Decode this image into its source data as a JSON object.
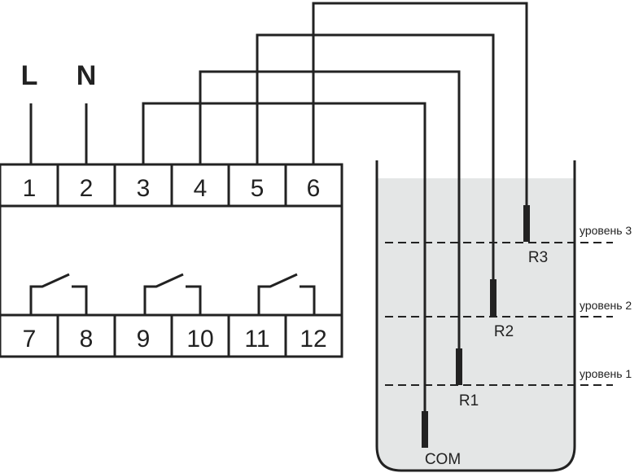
{
  "supply": {
    "line_label": "L",
    "neutral_label": "N"
  },
  "terminals": {
    "top": [
      "1",
      "2",
      "3",
      "4",
      "5",
      "6"
    ],
    "bottom": [
      "7",
      "8",
      "9",
      "10",
      "11",
      "12"
    ]
  },
  "probes": {
    "r1": "R1",
    "r2": "R2",
    "r3": "R3",
    "com": "COM"
  },
  "levels": {
    "level1": "уровень 1",
    "level2": "уровень 2",
    "level3": "уровень 3"
  },
  "colors": {
    "line": "#222222",
    "water": "#e4e6e6",
    "background": "#ffffff"
  }
}
